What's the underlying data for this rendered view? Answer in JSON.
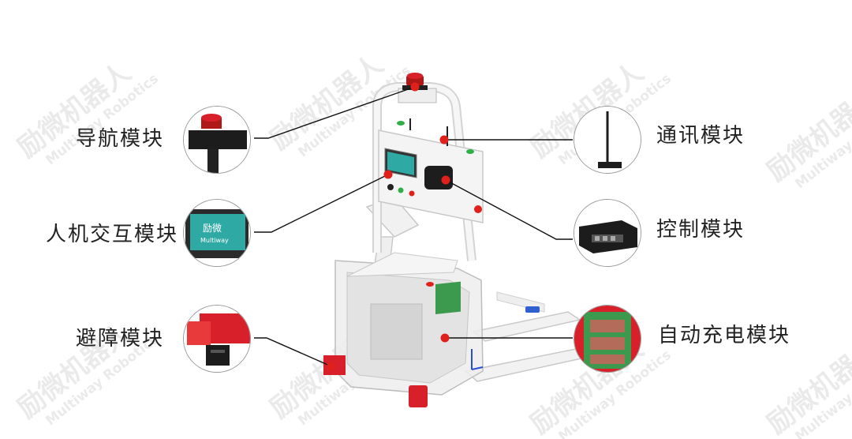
{
  "watermark": {
    "cn": "励微机器人",
    "en": "Multiway Robotics"
  },
  "modules": {
    "navigation": "导航模块",
    "hmi": "人机交互模块",
    "obstacle": "避障模块",
    "communication": "通讯模块",
    "control": "控制模块",
    "charging": "自动充电模块"
  },
  "hmi_screen": {
    "brand_cn": "励微",
    "brand_en": "Multiway"
  },
  "colors": {
    "marker": "#e0201b",
    "robot_red": "#d8202a",
    "charge_green": "#3c9a4e",
    "line": "#111111"
  }
}
